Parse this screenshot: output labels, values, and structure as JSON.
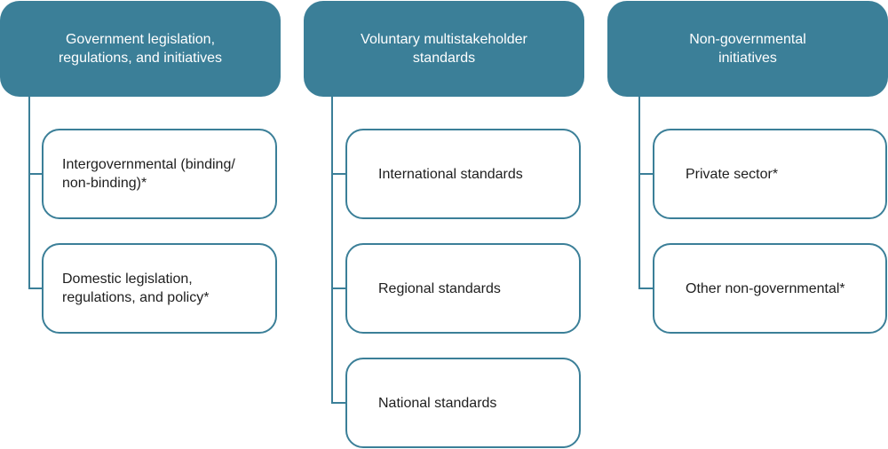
{
  "columns": [
    {
      "header": "Government legislation,\nregulations, and initiatives",
      "items": [
        "Intergovernmental (binding/\nnon-binding)*",
        "Domestic legislation,\nregulations, and policy*"
      ]
    },
    {
      "header": "Voluntary multistakeholder\nstandards",
      "items": [
        "International standards",
        "Regional standards",
        "National standards"
      ]
    },
    {
      "header": "Non-governmental\ninitiatives",
      "items": [
        "Private sector*",
        "Other non-governmental*"
      ]
    }
  ],
  "colors": {
    "accent": "#3b7f98",
    "header_text": "#ffffff",
    "box_text": "#1e1e1e"
  }
}
